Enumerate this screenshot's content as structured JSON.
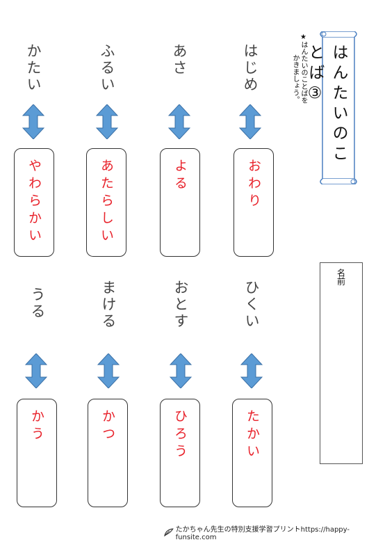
{
  "title": "はんたいのことば③",
  "instruction": [
    "★はんたいのことばを",
    "かきましょう。"
  ],
  "name_label": "名前",
  "accent_color": "#5b9bd5",
  "answer_color": "#e8212a",
  "pairs_top": [
    {
      "word": "はじめ",
      "answer": "おわり"
    },
    {
      "word": "あさ",
      "answer": "よる"
    },
    {
      "word": "ふるい",
      "answer": "あたらしい"
    },
    {
      "word": "かたい",
      "answer": "やわらかい"
    }
  ],
  "pairs_bottom": [
    {
      "word": "ひくい",
      "answer": "たかい"
    },
    {
      "word": "おとす",
      "answer": "ひろう"
    },
    {
      "word": "まける",
      "answer": "かつ"
    },
    {
      "word": "うる",
      "answer": "かう"
    }
  ],
  "footer": "たかちゃん先生の特別支援学習プリントhttps://happy-funsite.com",
  "footer_icon": "leaf-logo-icon"
}
